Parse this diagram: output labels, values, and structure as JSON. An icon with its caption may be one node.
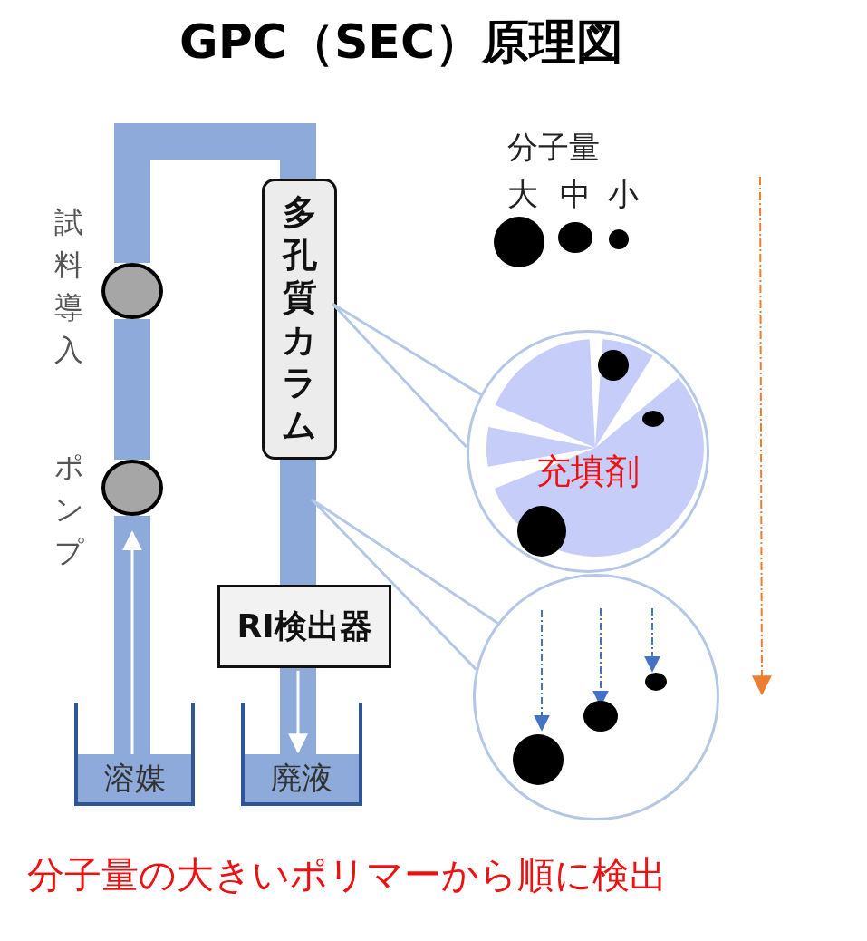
{
  "diagram": {
    "title": "GPC（SEC）原理図",
    "caption": "分子量の大きいポリマーから順に検出",
    "nodes": [
      {
        "text": [
          "多孔質カラム"
        ]
      },
      {
        "text": [
          "RI検出器"
        ]
      },
      {
        "text": [
          "溶媒"
        ]
      },
      {
        "text": [
          "廃液"
        ]
      },
      {
        "text": [],
        "shape": "circle",
        "beside": [
          "試料導入"
        ]
      },
      {
        "text": [],
        "shape": "circle",
        "beside": [
          "ポンプ"
        ]
      },
      {
        "text": [
          "充填剤"
        ]
      },
      {
        "text": [],
        "shape": "circle"
      }
    ],
    "edges": [
      {
        "from": 2,
        "to": 5,
        "arrow": "to"
      },
      {
        "from": 5,
        "to": 4,
        "arrow": "none"
      },
      {
        "from": 4,
        "to": 0,
        "arrow": "none"
      },
      {
        "from": 0,
        "to": 1,
        "arrow": "none"
      },
      {
        "from": 1,
        "to": 3,
        "arrow": "to"
      },
      {
        "from": 0,
        "to": 6,
        "arrow": "none",
        "color": "#b4c7e7"
      },
      {
        "from": null,
        "to": 7,
        "arrow": "none",
        "color": "#b4c7e7"
      }
    ],
    "labels": [
      "分子量",
      "大",
      "中",
      "小"
    ]
  }
}
